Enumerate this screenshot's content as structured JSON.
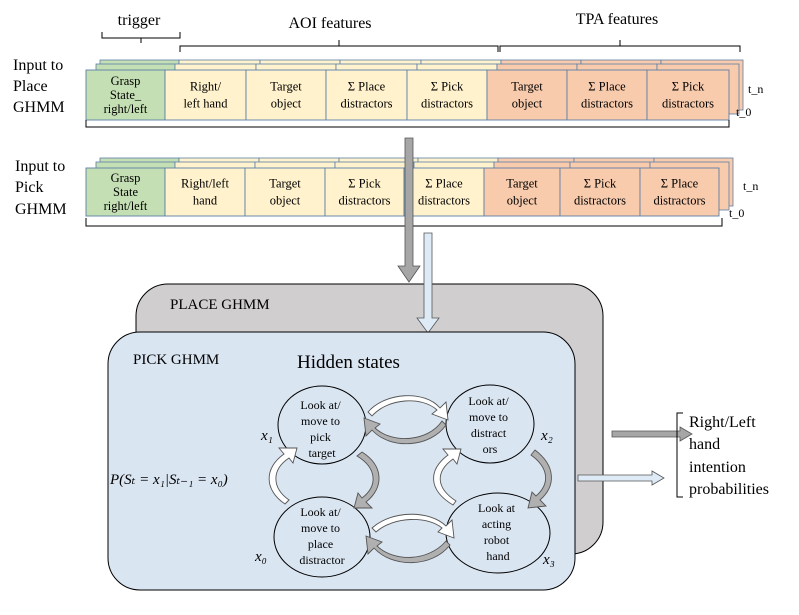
{
  "headers": {
    "trigger": "trigger",
    "aoi": "AOI features",
    "tpa": "TPA features"
  },
  "place_row": {
    "label": [
      "Input to",
      "Place",
      "GHMM"
    ],
    "cells": [
      {
        "lines": [
          "Grasp",
          "State_",
          "right/left"
        ],
        "kind": "trigger"
      },
      {
        "lines": [
          "Right/",
          "left  hand"
        ],
        "kind": "aoi"
      },
      {
        "lines": [
          "Target",
          "object"
        ],
        "kind": "aoi"
      },
      {
        "lines": [
          "Σ Place",
          "distractors"
        ],
        "kind": "aoi"
      },
      {
        "lines": [
          "Σ Pick",
          "distractors"
        ],
        "kind": "aoi"
      },
      {
        "lines": [
          "Target",
          "object"
        ],
        "kind": "tpa"
      },
      {
        "lines": [
          "Σ Place",
          "distractors"
        ],
        "kind": "tpa"
      },
      {
        "lines": [
          "Σ Pick",
          "distractors"
        ],
        "kind": "tpa"
      }
    ],
    "t_n": "t_n",
    "t_0": "t_0"
  },
  "pick_row": {
    "label": [
      "Input to",
      "Pick",
      "GHMM"
    ],
    "cells": [
      {
        "lines": [
          "Grasp",
          "State",
          "right/left"
        ],
        "kind": "trigger"
      },
      {
        "lines": [
          "Right/left",
          "hand"
        ],
        "kind": "aoi"
      },
      {
        "lines": [
          "Target",
          "object"
        ],
        "kind": "aoi"
      },
      {
        "lines": [
          "Σ  Pick",
          "distractors"
        ],
        "kind": "aoi"
      },
      {
        "lines": [
          "Σ  Place",
          "distractors"
        ],
        "kind": "aoi"
      },
      {
        "lines": [
          "Target",
          "object"
        ],
        "kind": "tpa"
      },
      {
        "lines": [
          "Σ Pick",
          "distractors"
        ],
        "kind": "tpa"
      },
      {
        "lines": [
          "Σ  Place",
          "distractors"
        ],
        "kind": "tpa"
      }
    ],
    "t_n": "t_n",
    "t_0": "t_0"
  },
  "models": {
    "place_title": "PLACE GHMM",
    "pick_title": "PICK GHMM",
    "hidden_states_title": "Hidden states"
  },
  "states": [
    {
      "id": "x1",
      "lines": [
        "Look at/",
        "move to",
        "pick",
        "target"
      ]
    },
    {
      "id": "x2",
      "lines": [
        "Look at/",
        "move to",
        "distract",
        "ors"
      ]
    },
    {
      "id": "x0",
      "lines": [
        "Look at/",
        "move to",
        "place",
        "distractor"
      ]
    },
    {
      "id": "x3",
      "lines": [
        "Look at",
        "acting",
        "robot",
        "hand"
      ]
    }
  ],
  "state_labels": {
    "x1": "x₁",
    "x2": "x₂",
    "x0": "x₀",
    "x3": "x₃"
  },
  "transition_formula": "P(Sₜ = x₁|Sₜ₋₁ = x₀)",
  "output": [
    "Right/Left",
    "hand",
    "intention",
    "probabilities"
  ],
  "colors": {
    "trigger_fill": "#c5dfb4",
    "aoi_fill": "#fff2cc",
    "tpa_fill": "#f8cbad",
    "place_box_fill": "#d0cece",
    "pick_box_fill": "#dae5f2",
    "arrow_fill": "#a6a6a6",
    "arrow_light_fill": "#deeaf6"
  }
}
